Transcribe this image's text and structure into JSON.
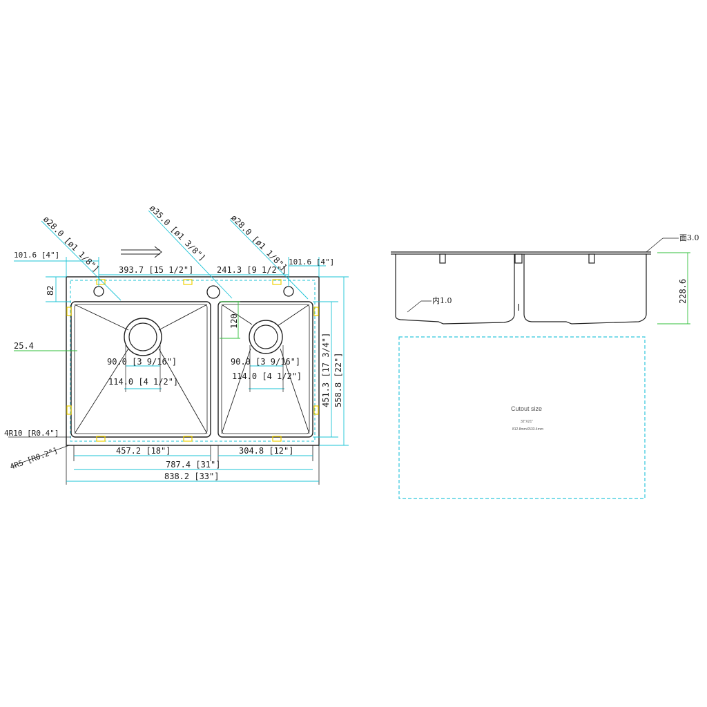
{
  "colors": {
    "line": "#1f1f1f",
    "dimension": "#19c3d6",
    "leader": "#2fbf3a",
    "clip": "#f0d000",
    "cutout": "#2ec6dc"
  },
  "holes": {
    "left": "ø28.0 [ø1 1/8\"]",
    "center": "ø35.0 [ø1 3/8\"]",
    "right": "ø28.0 [ø1 1/8\"]"
  },
  "top_dims": {
    "left_offset": "101.6 [4\"]",
    "right_offset": "101.6 [4\"]",
    "hole_spacing_left": "393.7 [15 1/2\"]",
    "hole_spacing_right": "241.3 [9 1/2\"]"
  },
  "side_dims": {
    "deck": "82",
    "rim": "25.4",
    "divider_height": "120",
    "bowl_depth": "451.3 [17 3/4\"]",
    "overall_depth": "558.8 [22\"]",
    "inner_radius": "4R10 [R0.4\"]",
    "outer_radius": "4R5 [R0.2\"]"
  },
  "drains": {
    "left_inner": "90.0 [3 9/16\"]",
    "left_outer": "114.0 [4 1/2\"]",
    "right_inner": "90.0 [3 9/16\"]",
    "right_outer": "114.0 [4 1/2\"]"
  },
  "bottom_dims": {
    "left_bowl": "457.2 [18\"]",
    "right_bowl": "304.8 [12\"]",
    "inner_width": "787.4 [31\"]",
    "overall_width": "838.2 [33\"]"
  },
  "section": {
    "surface_thickness": "面3.0",
    "inner_thickness": "内1.0",
    "depth": "228.6"
  },
  "cutout": {
    "title": "Cutout size",
    "size_in": "32\"X21\"",
    "size_mm": "812.8mmX533.4mm"
  }
}
